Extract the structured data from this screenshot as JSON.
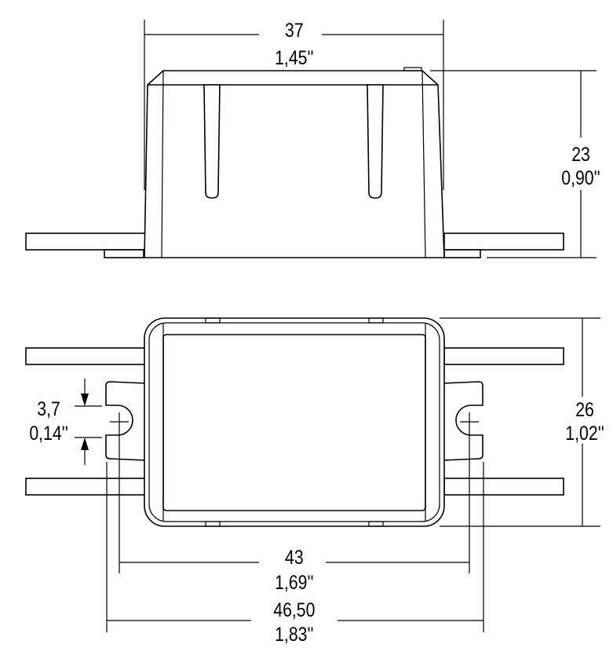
{
  "top_view": {
    "width_mm": "37",
    "width_in": "1,45''",
    "height_mm": "23",
    "height_in": "0,90''"
  },
  "bottom_view": {
    "depth_mm": "26",
    "depth_in": "1,02''",
    "slot_mm": "3,7",
    "slot_in": "0,14''",
    "hole_spacing_mm": "43",
    "hole_spacing_in": "1,69''",
    "overall_mm": "46,50",
    "overall_in": "1,83''"
  }
}
